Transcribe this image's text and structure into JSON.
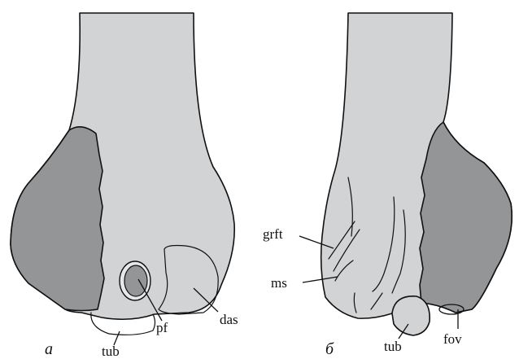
{
  "colors": {
    "bone": "#d2d3d5",
    "dark_region": "#949597",
    "outline": "#111111",
    "background": "#ffffff"
  },
  "panels": [
    {
      "letter": "а",
      "labels": {
        "tub": "tub",
        "pf": "pf",
        "das": "das"
      }
    },
    {
      "letter": "б",
      "labels": {
        "grft": "grft",
        "ms": "ms",
        "tub": "tub",
        "fov": "fov"
      }
    }
  ]
}
